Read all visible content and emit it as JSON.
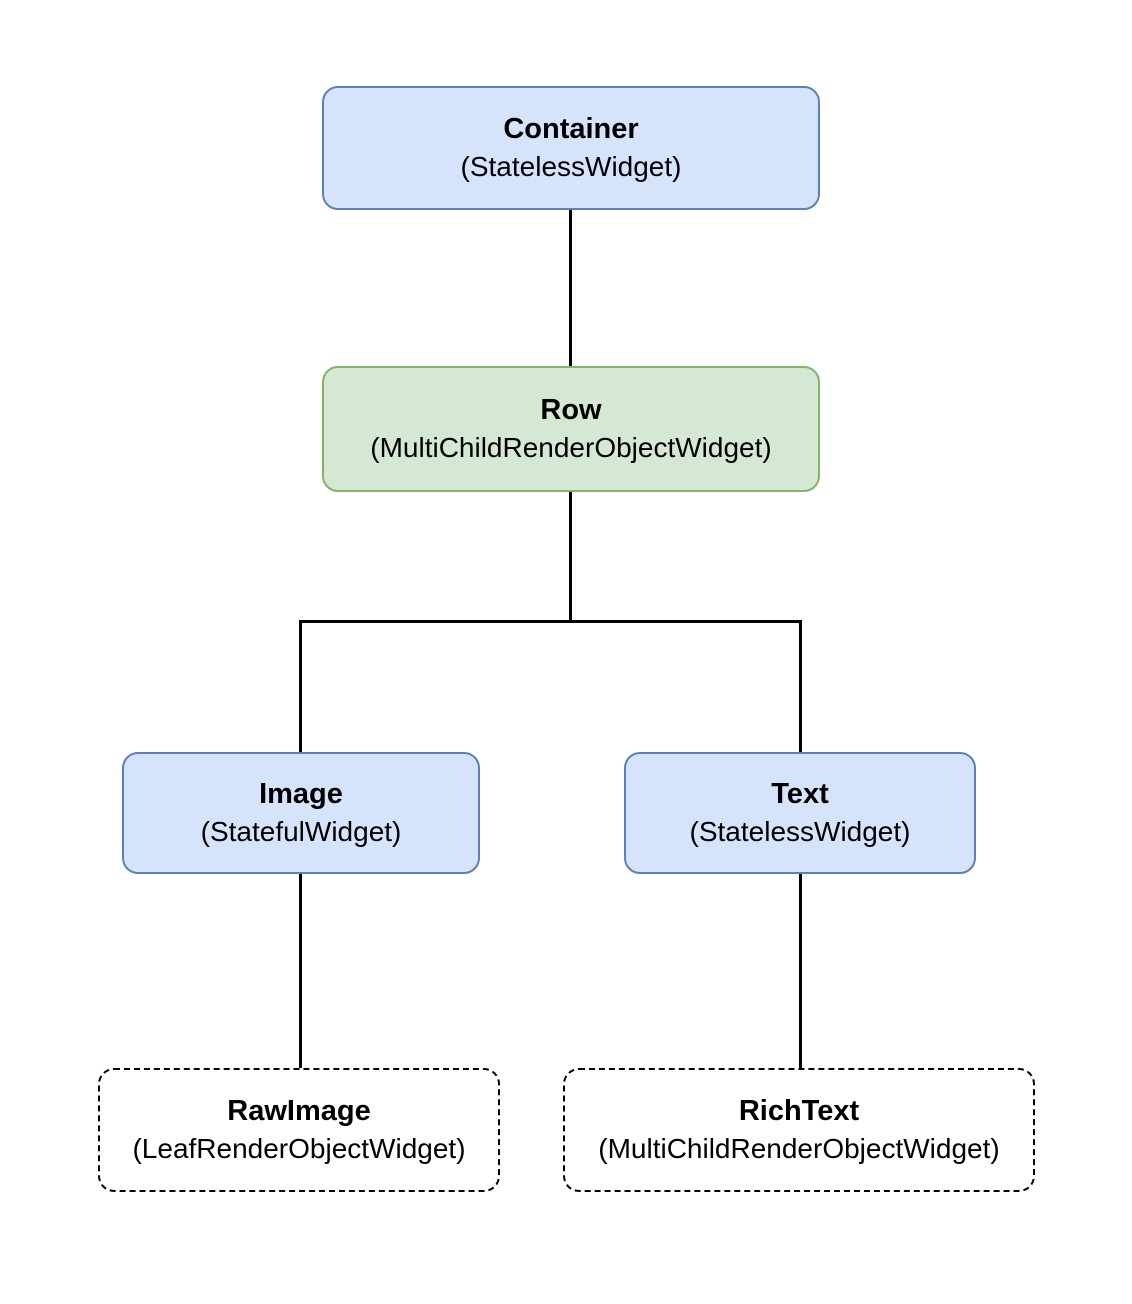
{
  "diagram": {
    "description": "Flutter widget tree diagram",
    "colors": {
      "blue_fill": "#d6e4fb",
      "blue_border": "#5e7fb7",
      "green_fill": "#d5e8d4",
      "green_border": "#82b366",
      "dashed_border": "#000000",
      "line": "#000000",
      "background": "#ffffff"
    },
    "nodes": [
      {
        "id": "container",
        "title": "Container",
        "subtitle": "(StatelessWidget)",
        "style": "blue"
      },
      {
        "id": "row",
        "title": "Row",
        "subtitle": "(MultiChildRenderObjectWidget)",
        "style": "green"
      },
      {
        "id": "image",
        "title": "Image",
        "subtitle": "(StatefulWidget)",
        "style": "blue"
      },
      {
        "id": "text",
        "title": "Text",
        "subtitle": "(StatelessWidget)",
        "style": "blue"
      },
      {
        "id": "rawimage",
        "title": "RawImage",
        "subtitle": "(LeafRenderObjectWidget)",
        "style": "dashed"
      },
      {
        "id": "richtext",
        "title": "RichText",
        "subtitle": "(MultiChildRenderObjectWidget)",
        "style": "dashed"
      }
    ],
    "edges": [
      {
        "from": "container",
        "to": "row"
      },
      {
        "from": "row",
        "to": "image"
      },
      {
        "from": "row",
        "to": "text"
      },
      {
        "from": "image",
        "to": "rawimage"
      },
      {
        "from": "text",
        "to": "richtext"
      }
    ]
  }
}
